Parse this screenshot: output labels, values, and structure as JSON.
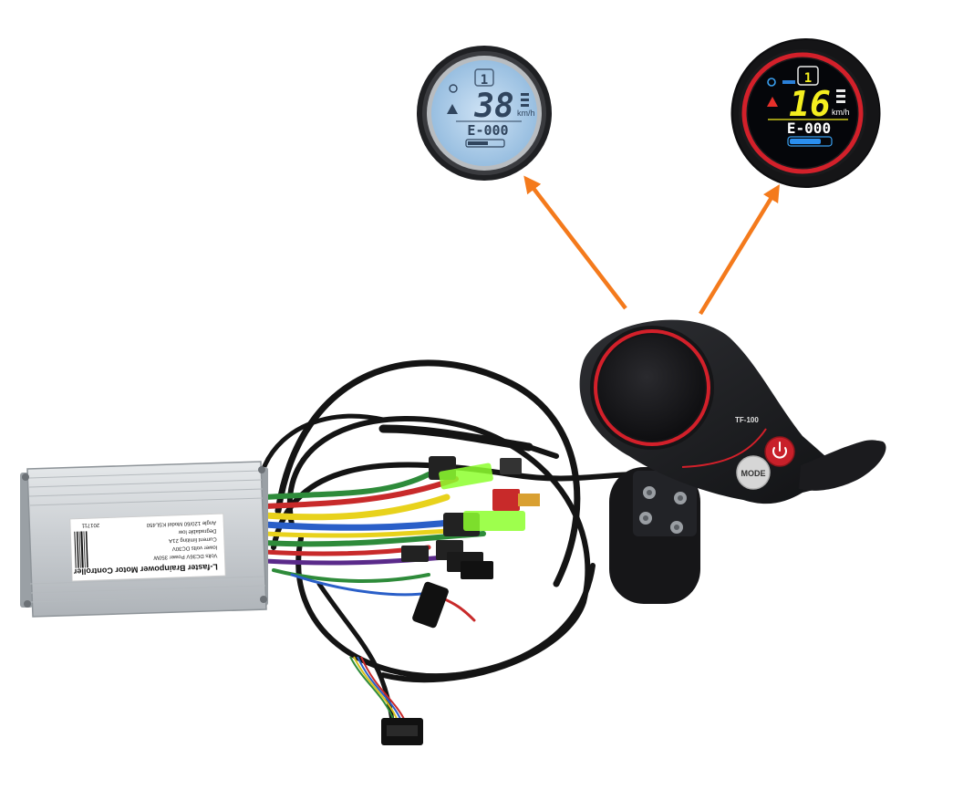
{
  "colors": {
    "background": "#ffffff",
    "arrow": "#f47a1c",
    "controller_body": "#cfd3d6",
    "cable": "#141414",
    "ring_red": "#d3202a",
    "lcd_blue": "#9cc3e4",
    "lcd_color_bg": "#05060a",
    "speed_yellow": "#f4ee1f",
    "power_button": "#c8202a",
    "connector_green": "#8dff2e"
  },
  "display_mono": {
    "speed": "38",
    "unit": "km/h",
    "error": "E-000",
    "gear": "1"
  },
  "display_color": {
    "speed": "16",
    "unit": "km/h",
    "error": "E-000",
    "gear": "1"
  },
  "throttle": {
    "model": "TF-100",
    "mode_label": "MODE",
    "power_icon": "power-icon"
  },
  "controller_label": {
    "title": "L-faster Brainpower Motor Controller",
    "lines": [
      "Volts DC36V   Power 350W",
      "lower volts DC30V",
      "Current limiting 21A",
      "Degradable low",
      "Angle 120/60  Model KSL450"
    ],
    "serial": "201711"
  }
}
